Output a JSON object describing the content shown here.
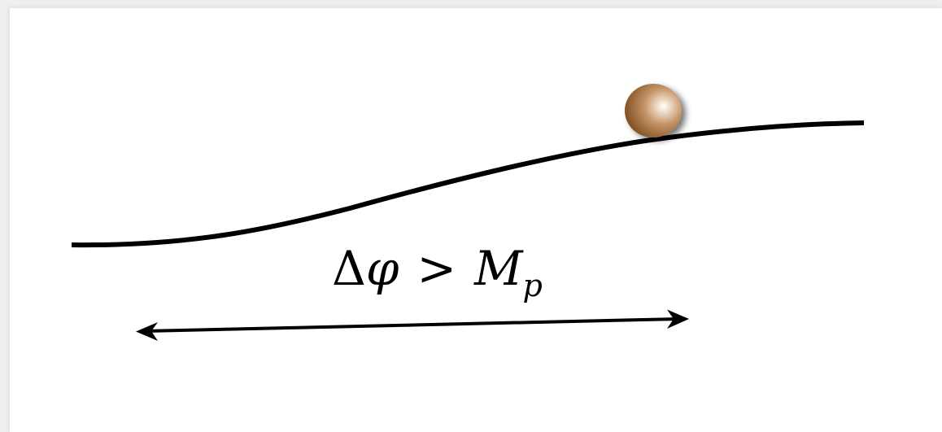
{
  "diagram": {
    "formula": {
      "delta": "Δ",
      "phi": "φ",
      "relation": ">",
      "mass": "M",
      "subscript": "p"
    },
    "colors": {
      "curve": "#000000",
      "arrow": "#000000",
      "ball_highlight": "#f7efe4",
      "ball_mid": "#c29060",
      "ball_dark": "#7a4e22"
    },
    "elements": [
      "potential-curve",
      "rolling-ball",
      "field-range-arrow"
    ]
  }
}
